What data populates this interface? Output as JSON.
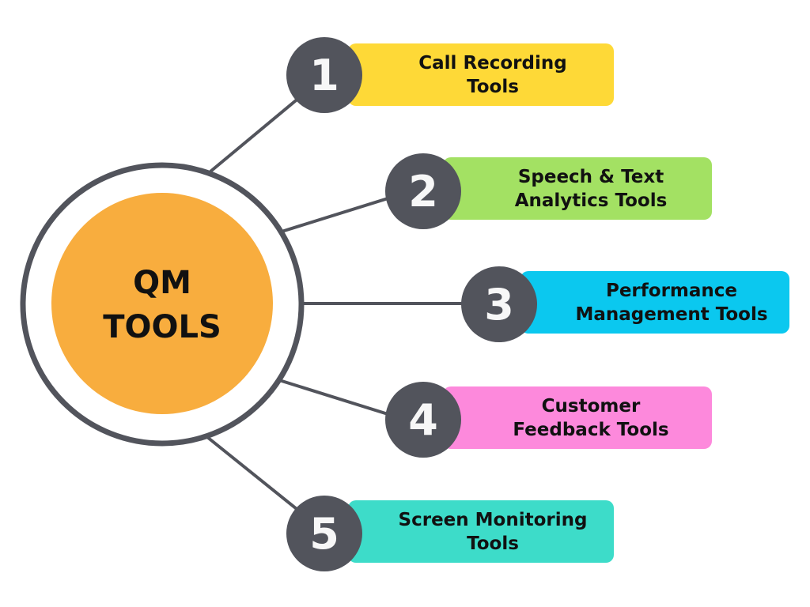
{
  "hub": {
    "line1": "QM",
    "line2": "TOOLS",
    "fill_color": "#f8ad3e",
    "ring_color": "#52545c"
  },
  "items": [
    {
      "number": "1",
      "line1": "Call Recording",
      "line2": "Tools",
      "color": "#fed937"
    },
    {
      "number": "2",
      "line1": "Speech & Text",
      "line2": "Analytics Tools",
      "color": "#a3e163"
    },
    {
      "number": "3",
      "line1": "Performance",
      "line2": "Management Tools",
      "color": "#0bc8ef"
    },
    {
      "number": "4",
      "line1": "Customer",
      "line2": "Feedback Tools",
      "color": "#fd89dc"
    },
    {
      "number": "5",
      "line1": "Screen Monitoring",
      "line2": "Tools",
      "color": "#3ddcc9"
    }
  ]
}
